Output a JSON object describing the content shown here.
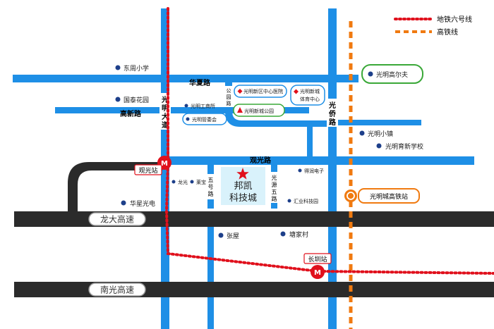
{
  "legend": {
    "metro": "地铁六号线",
    "hsr": "高铁线"
  },
  "roads": {
    "huaxia": "华夏路",
    "gaoxin": "高新路",
    "guangguang": "观光路",
    "guangming_avenue": "光明大道",
    "guangqiao": "光侨路",
    "gongyuan": "公园路",
    "wuhao": "五号路",
    "guangyuan_wu": "光源五路",
    "longda_expressway": "龙大高速",
    "nanguang_expressway": "南光高速"
  },
  "places": {
    "dongzhou_school": "东周小学",
    "guotai_garden": "国泰花园",
    "gongshang": "光明工商所",
    "guanweihui": "光明管委会",
    "hospital": "光明新区中心医院",
    "sports_center_1": "光明新城",
    "sports_center_2": "体育中心",
    "park": "光明新城公园",
    "golf": "光明高尔夫",
    "xiaozhen": "光明小镇",
    "yuxin_school": "光明育新学校",
    "deruan": "得润电子",
    "longguang": "龙光",
    "laibao": "莱宝",
    "huizhi": "汇业科技园",
    "huaxing": "华星光电",
    "zhangwu": "张屋",
    "tangjiacun": "塘家村"
  },
  "stations": {
    "guanguang": "观光站",
    "changqi": "长圳站",
    "hsr_station": "光明城高铁站"
  },
  "landmark": {
    "line1": "邦凯",
    "line2": "科技城"
  },
  "colors": {
    "road": "#1e8fe6",
    "expressway": "#2b2b2b",
    "metro": "#e0101c",
    "hsr": "#f07a10",
    "park_green": "#3aa838",
    "landmark_fill": "#d9f2fb"
  }
}
